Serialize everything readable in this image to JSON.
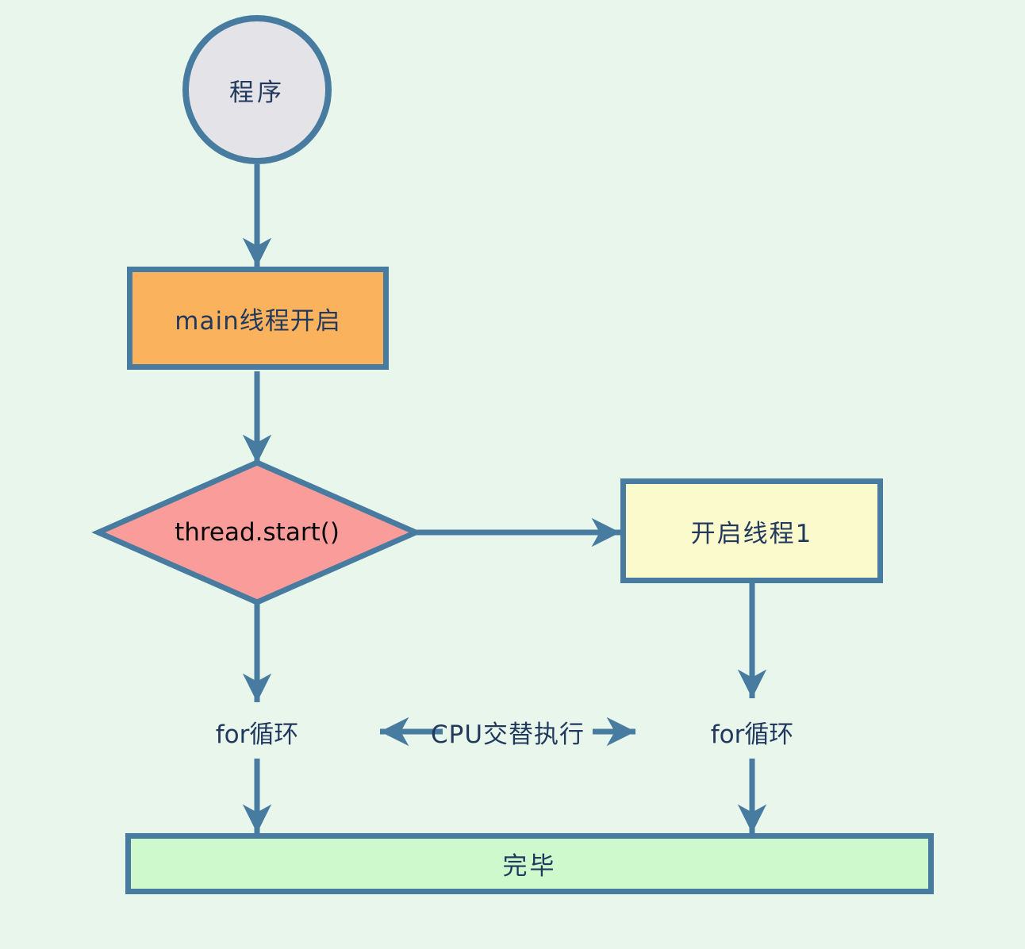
{
  "canvas": {
    "background": "#e9f6ec",
    "stroke_color": "#477ca0",
    "text_color": "#22395e"
  },
  "nodes": {
    "start": {
      "label": "程序",
      "shape": "circle",
      "fill": "#e4e3e8"
    },
    "main_thread": {
      "label": "main线程开启",
      "shape": "rect",
      "fill": "#fbb25c"
    },
    "decision": {
      "label": "thread.start()",
      "shape": "diamond",
      "fill": "#fa9d9a",
      "text_color": "#070707"
    },
    "open_thread1": {
      "label": "开启线程1",
      "shape": "rect",
      "fill": "#fbfacd"
    },
    "for_loop_left": {
      "label": "for循环"
    },
    "cpu_alternate": {
      "label": "CPU交替执行"
    },
    "for_loop_right": {
      "label": "for循环"
    },
    "done": {
      "label": "完毕",
      "shape": "rect",
      "fill": "#cdf9cd"
    }
  }
}
